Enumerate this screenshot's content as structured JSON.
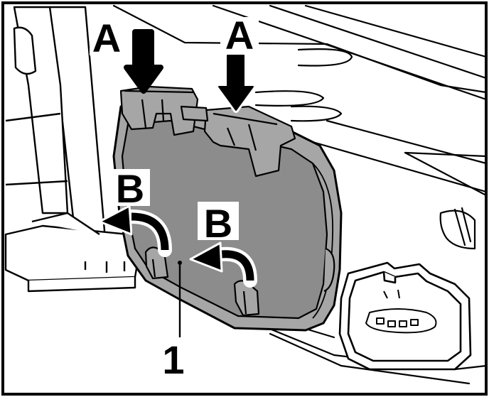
{
  "labels": {
    "a_left": "A",
    "a_right": "A",
    "b_left": "B",
    "b_right": "B",
    "part_number": "1"
  },
  "colors": {
    "frame": "#000000",
    "cover_fill": "#8c8c8c",
    "cover_rim": "#a6a6a6",
    "background": "#ffffff",
    "line": "#000000"
  }
}
